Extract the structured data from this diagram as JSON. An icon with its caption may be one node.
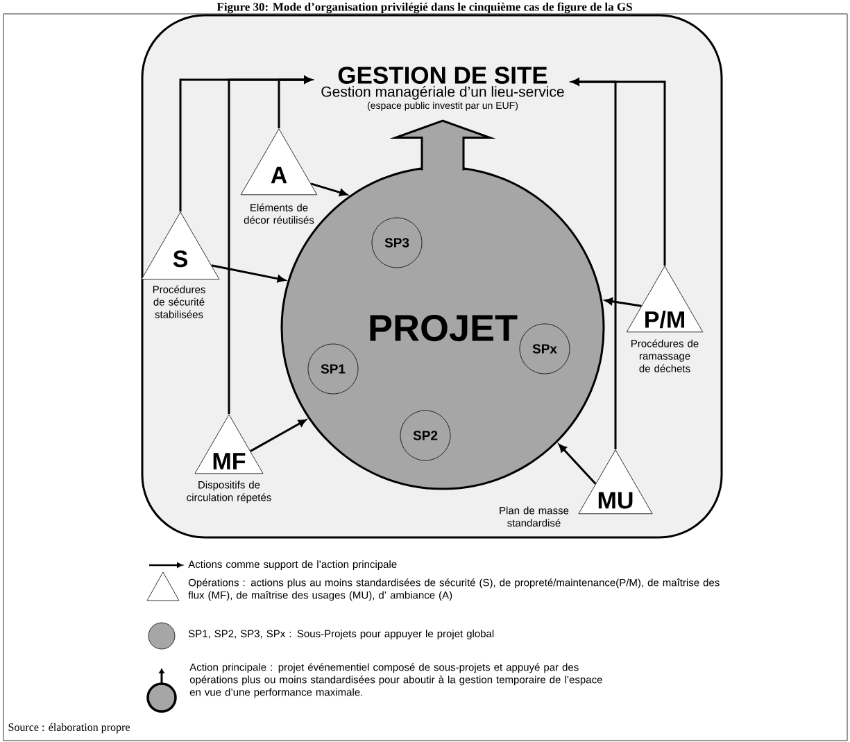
{
  "diagram": {
    "title": "Figure 30: Mode d’organisation privilégié dans le cinquième cas de figure de la GS",
    "nodes": [
      {
        "text": [
          "GESTION DE SITE",
          "Gestion managériale d’un lieu-service",
          "(espace public investit par un EUF)"
        ]
      },
      {
        "text": [
          "PROJET"
        ]
      },
      {
        "text": [
          "SP3"
        ],
        "in": 1
      },
      {
        "text": [
          "SP1"
        ],
        "in": 1
      },
      {
        "text": [
          "SPx"
        ],
        "in": 1
      },
      {
        "text": [
          "SP2"
        ],
        "in": 1
      },
      {
        "text": [
          "A"
        ],
        "beside": [
          "Eléments de décor réutilisés"
        ]
      },
      {
        "text": [
          "S"
        ],
        "beside": [
          "Procédures de sécurité stabilisées"
        ]
      },
      {
        "text": [
          "P/M"
        ],
        "beside": [
          "Procédures de ramassage de déchets"
        ]
      },
      {
        "text": [
          "MF"
        ],
        "beside": [
          "Dispositifs de circulation répetés"
        ]
      },
      {
        "text": [
          "MU"
        ],
        "beside": [
          "Plan de masse standardisé"
        ]
      }
    ],
    "edges": [
      {
        "from": 1,
        "to": 0,
        "arrow": "to",
        "style": "thick"
      },
      {
        "from": 6,
        "to": 1,
        "arrow": "to"
      },
      {
        "from": 7,
        "to": 1,
        "arrow": "to"
      },
      {
        "from": 9,
        "to": 1,
        "arrow": "to"
      },
      {
        "from": 8,
        "to": 1,
        "arrow": "to"
      },
      {
        "from": 10,
        "to": 1,
        "arrow": "to"
      },
      {
        "from": 7,
        "to": 0,
        "arrow": "to"
      },
      {
        "from": 9,
        "to": 0,
        "arrow": "to"
      },
      {
        "from": 6,
        "to": 0,
        "arrow": "to"
      },
      {
        "from": 8,
        "to": 0,
        "arrow": "to"
      },
      {
        "from": 10,
        "to": 0,
        "arrow": "to"
      }
    ],
    "labels": [
      "Source : élaboration propre"
    ],
    "legend": [
      {
        "text": "Actions comme support de l’action principale"
      },
      {
        "text": "Opérations : actions plus au moins standardisées de sécurité (S), de propreté/maintenance(P/M), de maîtrise des flux (MF), de maîtrise des usages (MU), d’ ambiance (A)"
      },
      {
        "text": "SP1, SP2, SP3, SPx : Sous-Projets pour appuyer le projet global"
      },
      {
        "text": "Action principale : projet événementiel composé de sous-projets et appuyé par des opérations plus ou moins standardisées pour aboutir à la gestion temporaire de l’espace en vue d’une performance maximale."
      }
    ]
  }
}
